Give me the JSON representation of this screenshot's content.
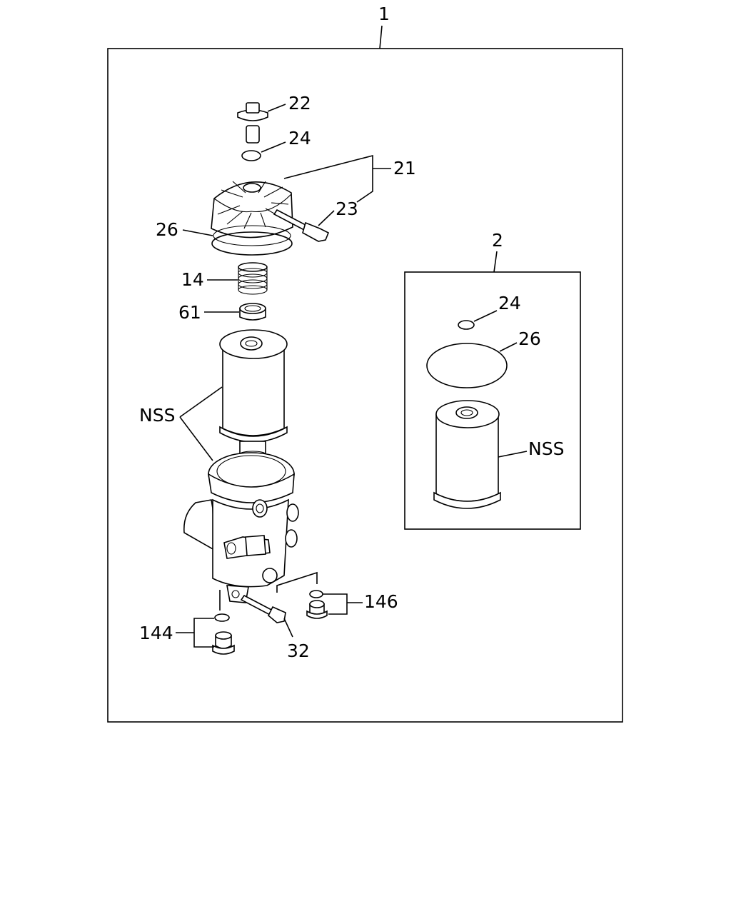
{
  "labels": {
    "assembly": "1",
    "kit": "2",
    "bolt_top": "22",
    "oring_top": "24",
    "cover": "21",
    "cover_bolt": "23",
    "cover_oring": "26",
    "spring": "14",
    "seat": "61",
    "element": "NSS",
    "plug_left": "144",
    "plug_right": "146",
    "body_bolt": "32",
    "kit_oring_small": "24",
    "kit_oring_large": "26",
    "kit_element": "NSS"
  }
}
